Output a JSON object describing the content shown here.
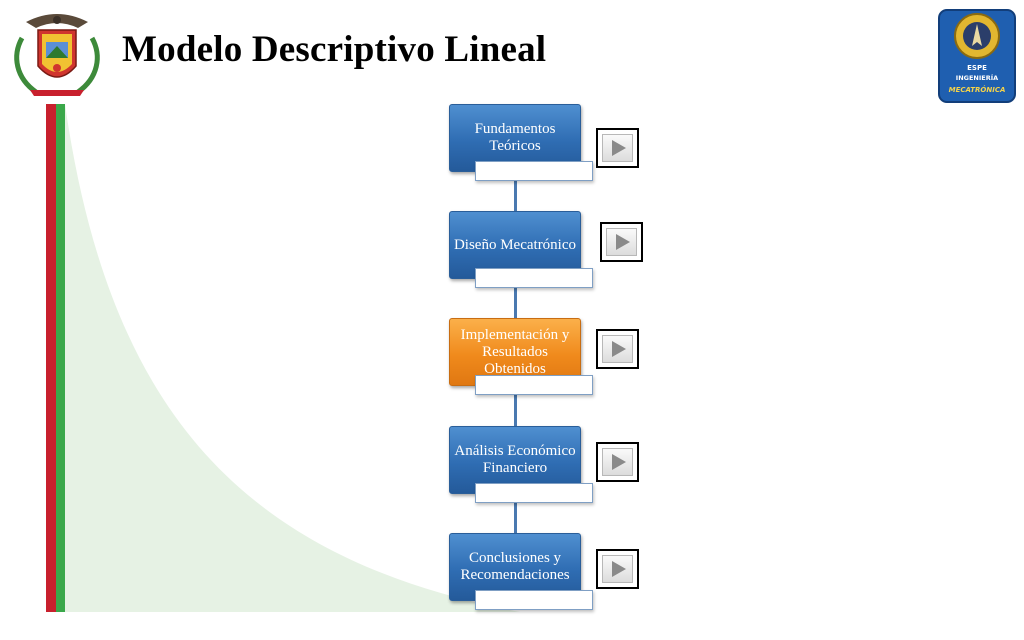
{
  "slide": {
    "title": "Modelo Descriptivo Lineal"
  },
  "logo_right": {
    "line1": "ESPE",
    "line2": "INGENIERÍA",
    "line3": "MECATRÓNICA"
  },
  "steps": [
    {
      "label": "Fundamentos Teóricos",
      "color": "#2f6db3"
    },
    {
      "label": "Diseño Mecatrónico",
      "color": "#2f6db3"
    },
    {
      "label": "Implementación y Resultados Obtenidos",
      "color": "#f08a1c"
    },
    {
      "label": "Análisis Económico Financiero",
      "color": "#2f6db3"
    },
    {
      "label": "Conclusiones y Recomendaciones",
      "color": "#2f6db3"
    }
  ],
  "colors": {
    "stripe_red": "#c8202d",
    "stripe_green": "#3aa84a",
    "step_blue": "#2f6db3",
    "step_orange": "#f08a1c"
  },
  "icons": {
    "play": "play-triangle-icon"
  }
}
